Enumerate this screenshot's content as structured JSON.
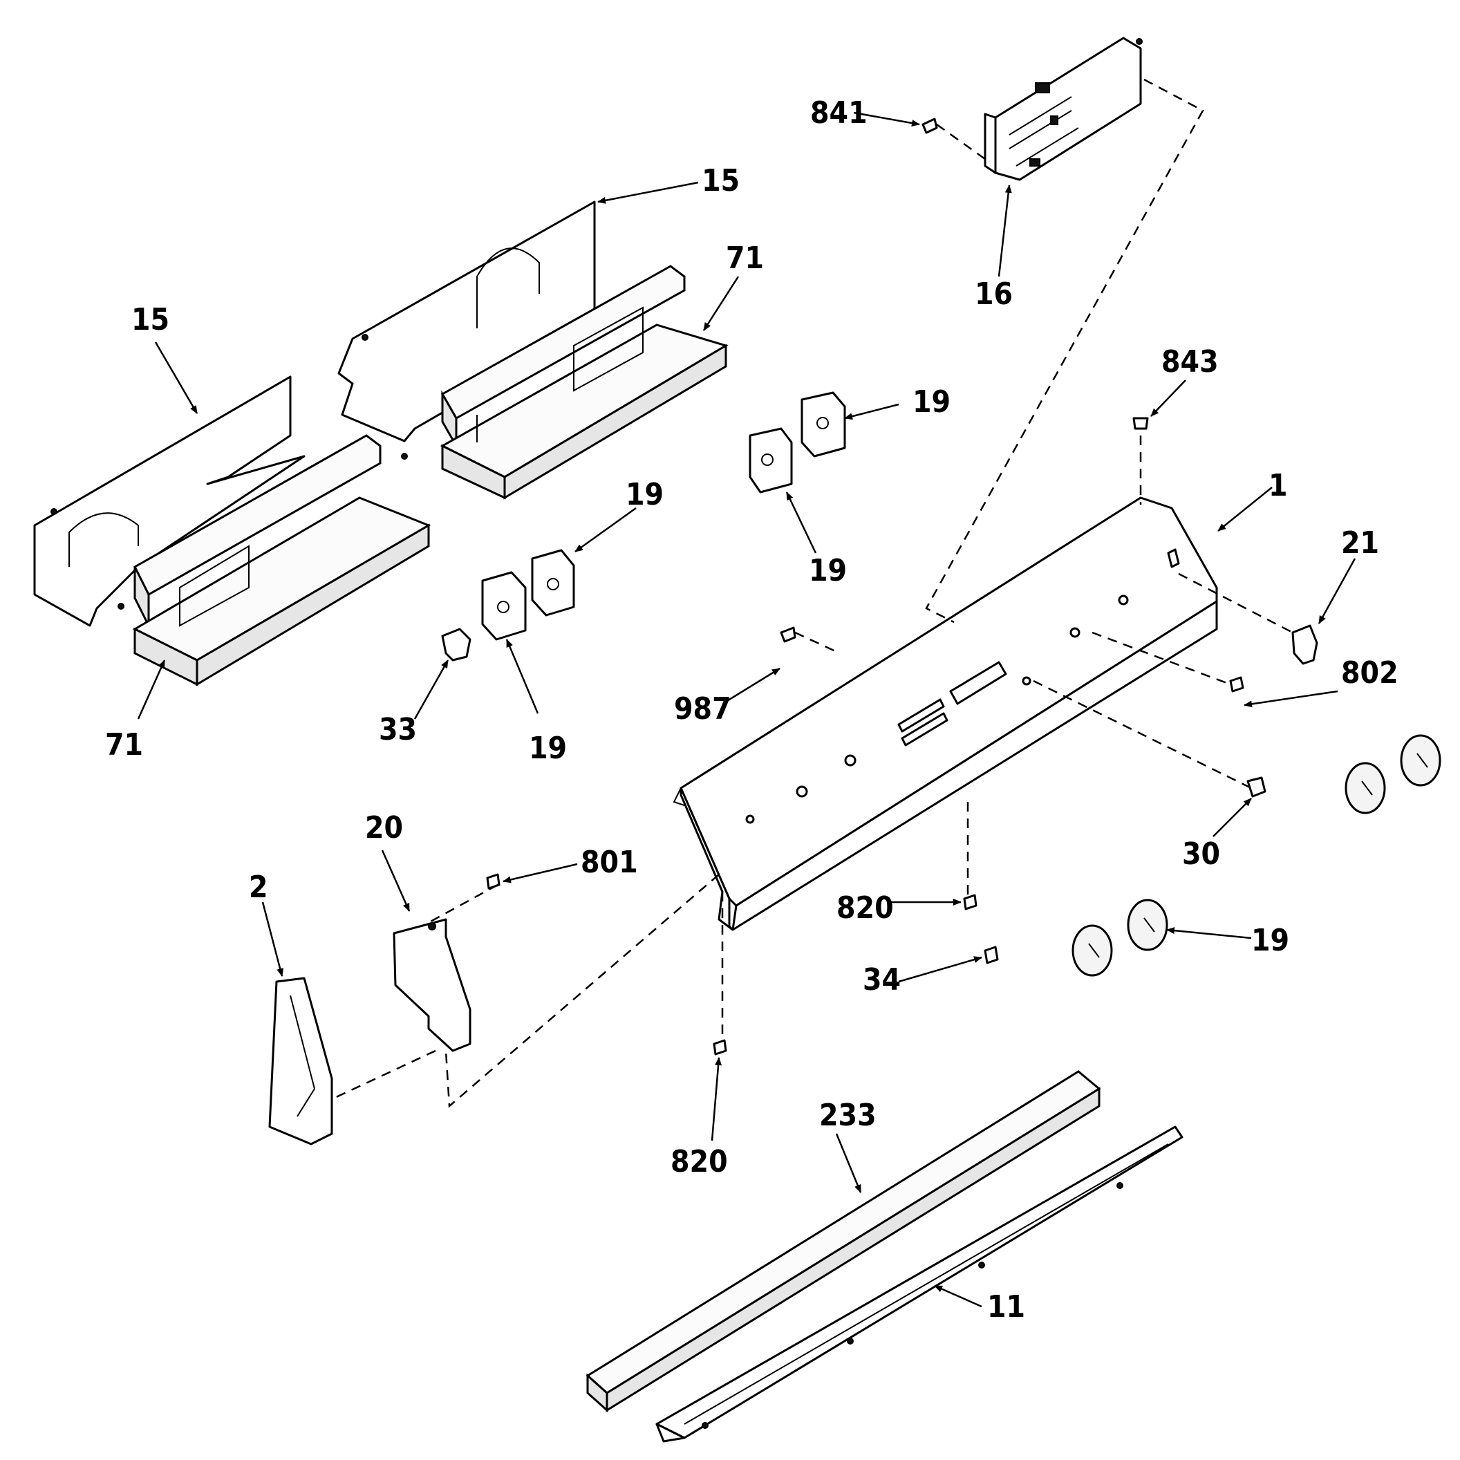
{
  "callouts": {
    "c841": "841",
    "c15a": "15",
    "c15b": "15",
    "c16": "16",
    "c71a": "71",
    "c71b": "71",
    "c843": "843",
    "c19a": "19",
    "c19b": "19",
    "c19c": "19",
    "c19d": "19",
    "c19e": "19",
    "c1": "1",
    "c21": "21",
    "c802": "802",
    "c987": "987",
    "c33": "33",
    "c20": "20",
    "c801": "801",
    "c2": "2",
    "c820a": "820",
    "c820b": "820",
    "c30": "30",
    "c34": "34",
    "c233": "233",
    "c11": "11"
  }
}
